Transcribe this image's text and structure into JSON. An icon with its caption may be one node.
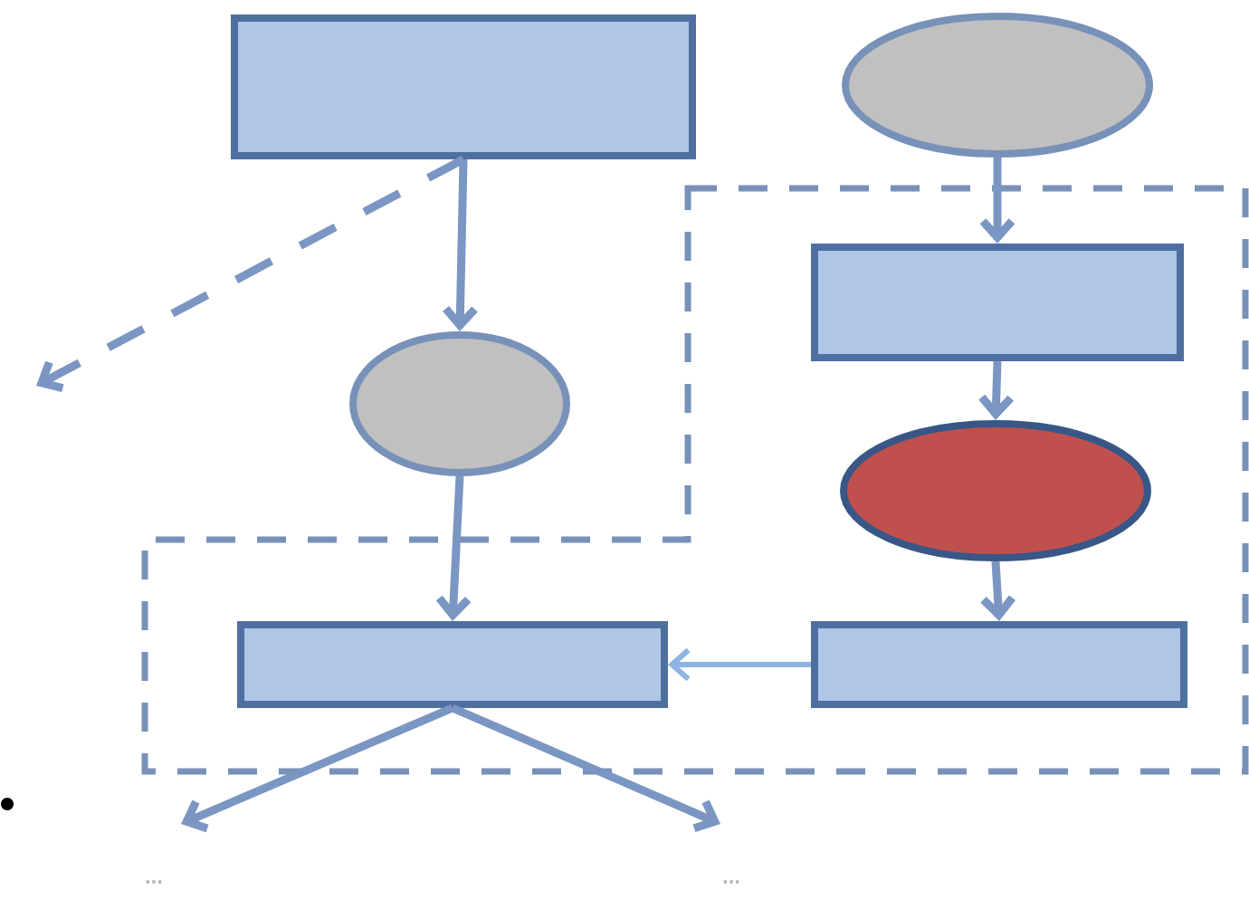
{
  "diagram": {
    "nodes": [
      {
        "text": [],
        "shape": "box"
      },
      {
        "text": [],
        "shape": "ellipse"
      },
      {
        "text": [],
        "shape": "ellipse"
      },
      {
        "text": [],
        "shape": "box"
      },
      {
        "text": [],
        "shape": "ellipse"
      },
      {
        "text": [],
        "shape": "box"
      },
      {
        "text": [],
        "shape": "box"
      }
    ],
    "edges": [
      {
        "from": 0,
        "to": 2,
        "arrow": "to"
      },
      {
        "from": 0,
        "to": null,
        "arrow": "to",
        "style": "dashed"
      },
      {
        "from": 1,
        "to": 3,
        "arrow": "to"
      },
      {
        "from": 3,
        "to": 4,
        "arrow": "to"
      },
      {
        "from": 4,
        "to": 6,
        "arrow": "to"
      },
      {
        "from": 2,
        "to": 5,
        "arrow": "to"
      },
      {
        "from": 6,
        "to": 5,
        "arrow": "to",
        "color": "#8eb4e3"
      },
      {
        "from": 5,
        "to": null,
        "arrow": "to"
      },
      {
        "from": 5,
        "to": null,
        "arrow": "to"
      }
    ],
    "labels": [
      "...",
      "..."
    ]
  }
}
